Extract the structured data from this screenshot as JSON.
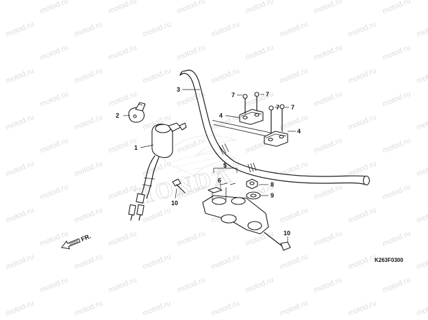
{
  "watermark": {
    "text": "motod.ru",
    "brand": "HONDA"
  },
  "callouts": [
    {
      "id": "1",
      "label": "1"
    },
    {
      "id": "2",
      "label": "2"
    },
    {
      "id": "3",
      "label": "3"
    },
    {
      "id": "4a",
      "label": "4"
    },
    {
      "id": "4b",
      "label": "4"
    },
    {
      "id": "5",
      "label": "5"
    },
    {
      "id": "6",
      "label": "6"
    },
    {
      "id": "7a",
      "label": "7"
    },
    {
      "id": "7b",
      "label": "7"
    },
    {
      "id": "7c",
      "label": "7"
    },
    {
      "id": "7d",
      "label": "7"
    },
    {
      "id": "8",
      "label": "8"
    },
    {
      "id": "9",
      "label": "9"
    },
    {
      "id": "10a",
      "label": "10"
    },
    {
      "id": "10b",
      "label": "10"
    }
  ],
  "front_arrow": {
    "label": "FR."
  },
  "diagram_code": "K263F0300",
  "colors": {
    "ink": "#1a1a1a",
    "watermark": "#dcdcdc",
    "background": "#ffffff"
  }
}
